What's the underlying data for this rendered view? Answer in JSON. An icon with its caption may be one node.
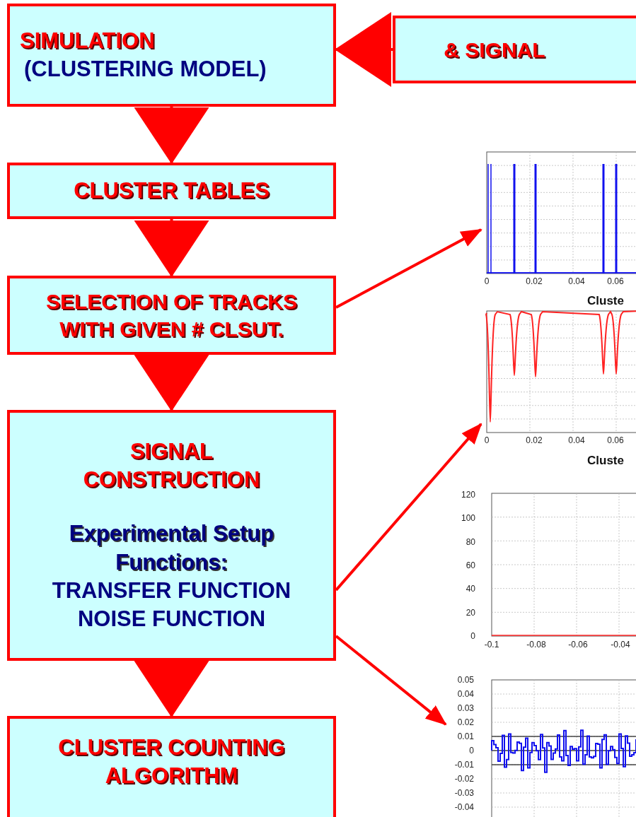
{
  "diagram": {
    "nodes": [
      {
        "text": [
          "SIMULATION",
          "(CLUSTERING MODEL)"
        ]
      },
      {
        "text": [
          "& SIGNAL"
        ]
      },
      {
        "text": [
          "CLUSTER TABLES"
        ]
      },
      {
        "text": [
          "SELECTION OF TRACKS WITH GIVEN # CLSUT."
        ]
      },
      {
        "text": [
          "SIGNAL CONSTRUCTION",
          "Experimental Setup Functions:",
          "TRANSFER FUNCTION NOISE FUNCTION"
        ]
      },
      {
        "text": [
          "CLUSTER COUNTING ALGORITHM"
        ]
      },
      {
        "text": [],
        "shape": "picture"
      },
      {
        "text": [],
        "shape": "picture"
      },
      {
        "text": [],
        "shape": "picture"
      },
      {
        "text": [],
        "shape": "picture"
      }
    ],
    "edges": [
      {
        "from": 1,
        "to": 0,
        "arrow": "to"
      },
      {
        "from": 0,
        "to": 2,
        "arrow": "to"
      },
      {
        "from": 2,
        "to": 3,
        "arrow": "to"
      },
      {
        "from": 3,
        "to": 4,
        "arrow": "to"
      },
      {
        "from": 4,
        "to": 5,
        "arrow": "to"
      },
      {
        "from": 3,
        "to": 6,
        "arrow": "to"
      },
      {
        "from": 4,
        "to": 7,
        "arrow": "to"
      },
      {
        "from": 4,
        "to": 9,
        "arrow": "to"
      }
    ],
    "labels": [
      "0",
      "0.02",
      "0.04",
      "0.06",
      "Cluste",
      "0",
      "0.02",
      "0.04",
      "0.06",
      "Cluste",
      "120",
      "100",
      "80",
      "60",
      "40",
      "20",
      "0",
      "-0.1",
      "-0.08",
      "-0.06",
      "-0.04",
      "0.05",
      "0.04",
      "0.03",
      "0.02",
      "0.01",
      "0",
      "-0.01",
      "-0.02",
      "-0.03",
      "-0.04"
    ]
  }
}
